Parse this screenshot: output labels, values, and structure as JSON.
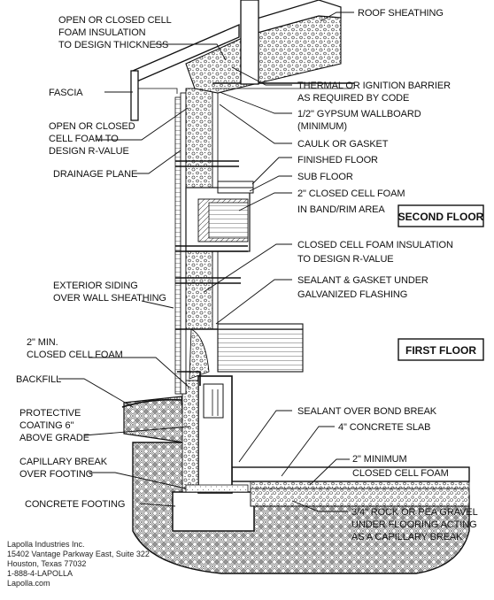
{
  "labels": {
    "open_closed_cell_1": "OPEN OR CLOSED CELL",
    "open_closed_cell_2": "FOAM INSULATION",
    "open_closed_cell_3": "TO DESIGN THICKNESS",
    "fascia": "FASCIA",
    "open_closed_rvalue_1": "OPEN OR CLOSED",
    "open_closed_rvalue_2": "CELL FOAM TO",
    "open_closed_rvalue_3": "DESIGN R-VALUE",
    "drainage_plane": "DRAINAGE PLANE",
    "exterior_siding_1": "EXTERIOR SIDING",
    "exterior_siding_2": "OVER WALL SHEATHING",
    "min_foam_1": "2\" MIN.",
    "min_foam_2": "CLOSED CELL FOAM",
    "backfill": "BACKFILL",
    "protective_1": "PROTECTIVE",
    "protective_2": "COATING 6\"",
    "protective_3": "ABOVE GRADE",
    "capillary_1": "CAPILLARY BREAK",
    "capillary_2": "OVER FOOTING",
    "concrete_footing": "CONCRETE FOOTING",
    "roof_sheathing": "ROOF SHEATHING",
    "thermal_1": "THERMAL OR IGNITION BARRIER",
    "thermal_2": "AS REQUIRED BY CODE",
    "gypsum_1": "1/2\" GYPSUM WALLBOARD",
    "gypsum_2": "(MINIMUM)",
    "caulk": "CAULK OR GASKET",
    "finished_floor": "FINISHED FLOOR",
    "sub_floor": "SUB FLOOR",
    "band_1": "2\" CLOSED CELL FOAM",
    "band_2": "IN BAND/RIM AREA",
    "ccf_design_1": "CLOSED CELL FOAM INSULATION",
    "ccf_design_2": "TO DESIGN R-VALUE",
    "sealant_1": "SEALANT & GASKET UNDER",
    "sealant_2": "GALVANIZED FLASHING",
    "sealant_bond": "SEALANT OVER BOND BREAK",
    "slab": "4\" CONCRETE SLAB",
    "min_ccf_1": "2\" MINIMUM",
    "min_ccf_2": "CLOSED CELL FOAM",
    "gravel_1": "3/4\" ROCK OR PEA GRAVEL",
    "gravel_2": "UNDER FLOORING ACTING",
    "gravel_3": "AS A CAPILLARY BREAK"
  },
  "floors": {
    "second": "SECOND FLOOR",
    "first": "FIRST FLOOR"
  },
  "company": {
    "name": "Lapolla Industries Inc.",
    "address_1": "15402 Vantage Parkway East, Suite 322",
    "address_2": "Houston, Texas  77032",
    "phone": "1-888-4-LAPOLLA",
    "web": "Lapolla.com"
  }
}
